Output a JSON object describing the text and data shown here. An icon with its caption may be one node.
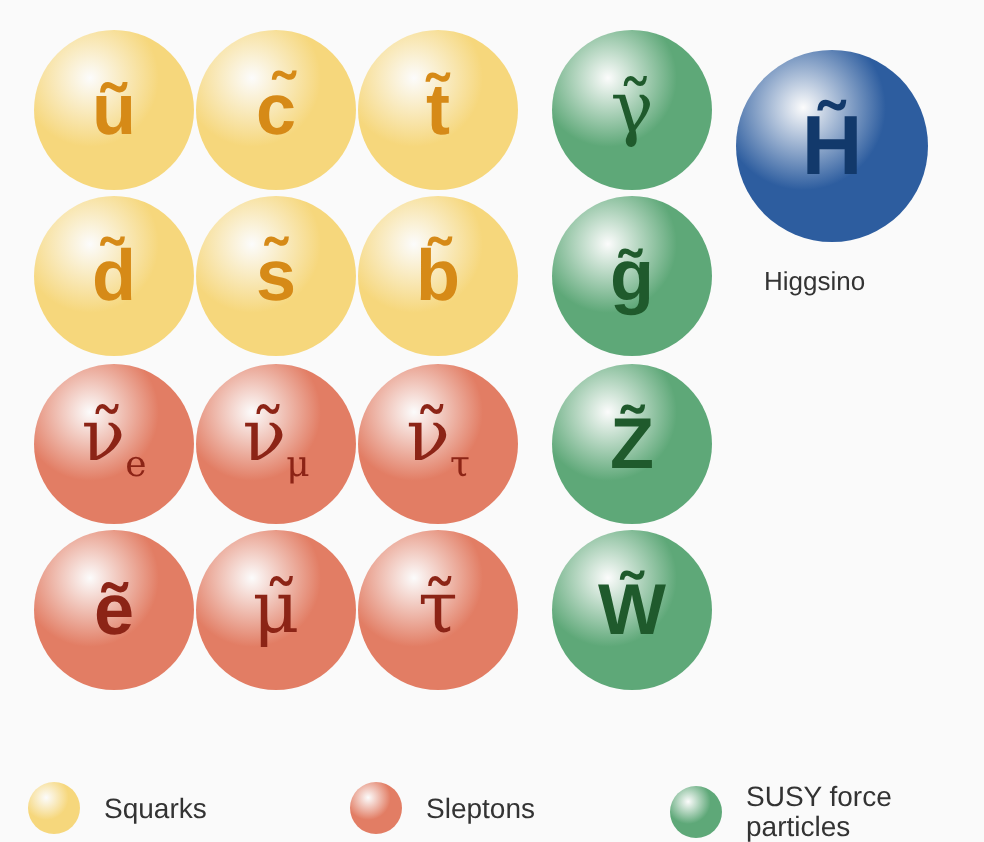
{
  "diagram": {
    "nodes": [
      {
        "text": [
          "ũ"
        ]
      },
      {
        "text": [
          "c̃"
        ]
      },
      {
        "text": [
          "t̃"
        ]
      },
      {
        "text": [
          "γ̃"
        ]
      },
      {
        "text": [
          "H̃"
        ],
        "beside": [
          "Higgsino"
        ]
      },
      {
        "text": [
          "d̃"
        ]
      },
      {
        "text": [
          "s̃"
        ]
      },
      {
        "text": [
          "b̃"
        ]
      },
      {
        "text": [
          "g̃"
        ]
      },
      {
        "text": [
          "ν̃$_{e}$"
        ]
      },
      {
        "text": [
          "ν̃$_{μ}$"
        ]
      },
      {
        "text": [
          "ν̃$_{τ}$"
        ]
      },
      {
        "text": [
          "Z̃"
        ]
      },
      {
        "text": [
          "ẽ"
        ]
      },
      {
        "text": [
          "μ̃"
        ]
      },
      {
        "text": [
          "τ̃"
        ]
      },
      {
        "text": [
          "W̃"
        ]
      }
    ],
    "edges": [],
    "legend": [
      {
        "text": "Squarks",
        "color": "#f6d77c"
      },
      {
        "text": "Sleptons",
        "color": "#e27d64"
      },
      {
        "text": "SUSY force particles",
        "color": "#5ea878"
      }
    ]
  }
}
